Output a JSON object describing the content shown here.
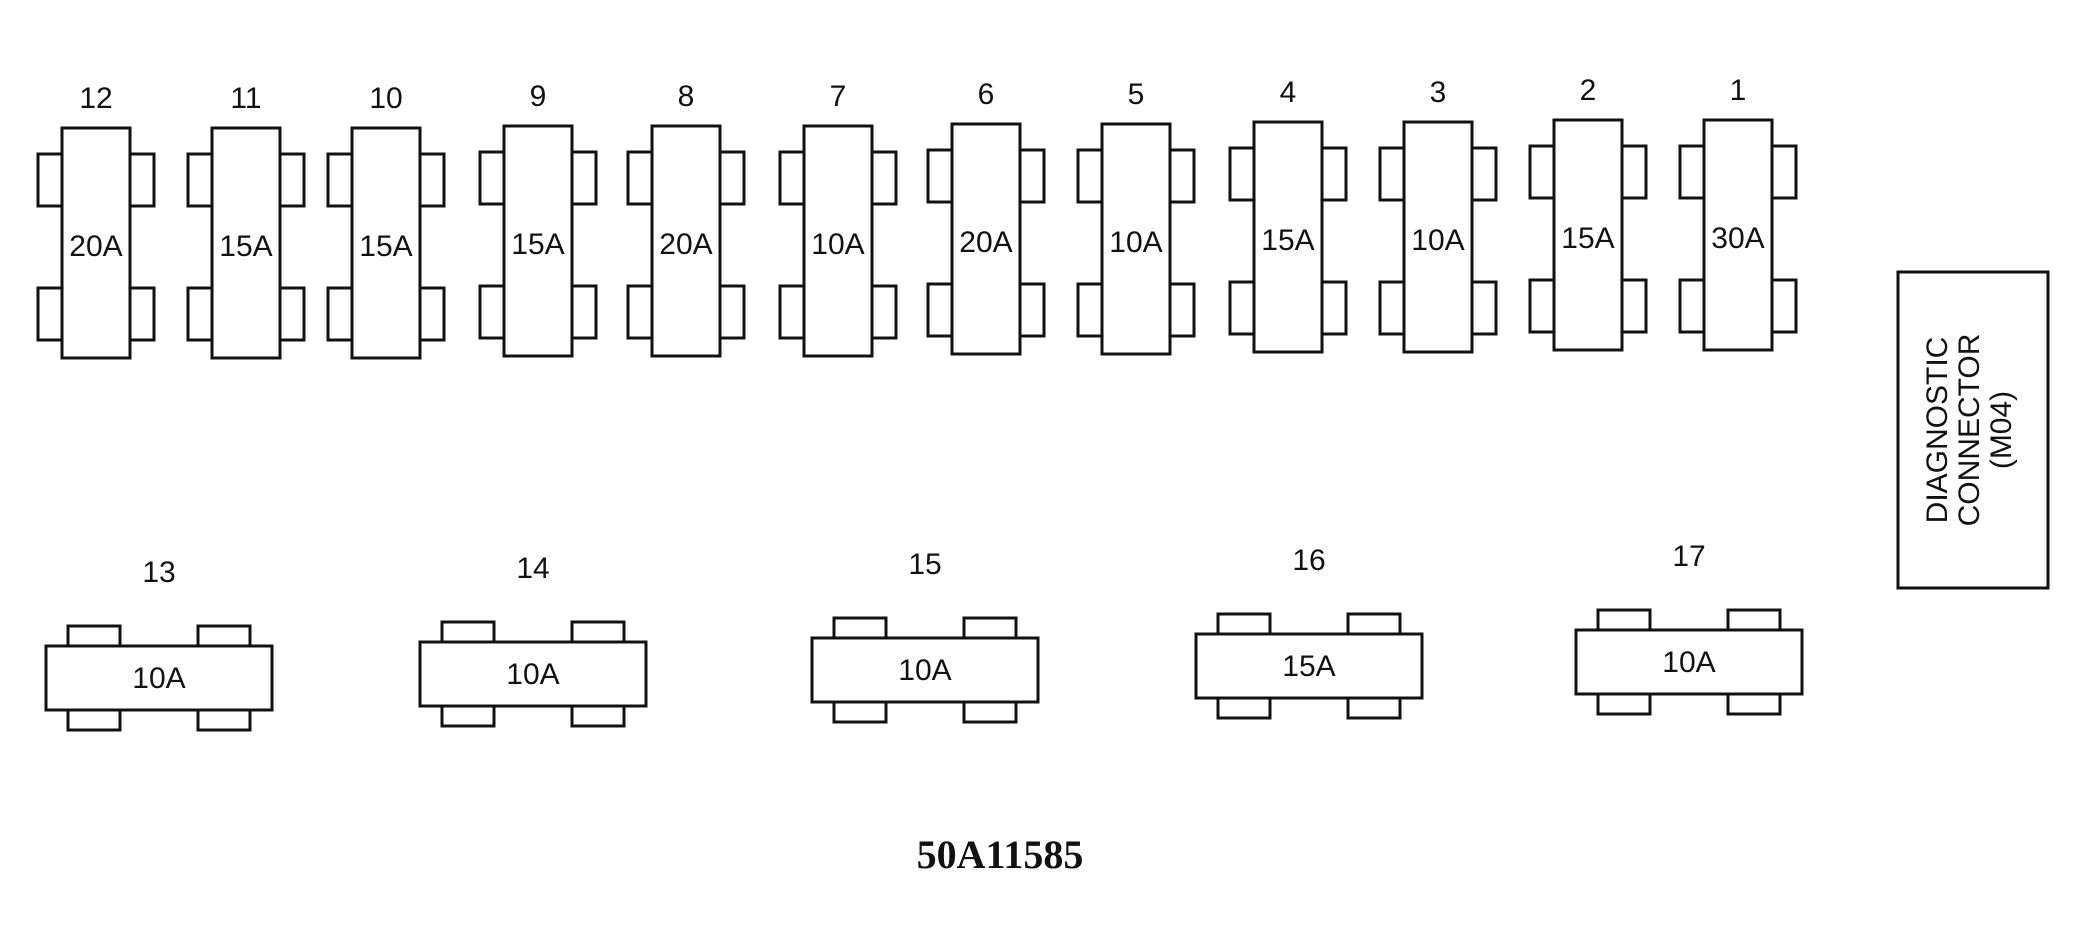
{
  "top_row": [
    {
      "number": "12",
      "rating": "20A"
    },
    {
      "number": "11",
      "rating": "15A"
    },
    {
      "number": "10",
      "rating": "15A"
    },
    {
      "number": "9",
      "rating": "15A"
    },
    {
      "number": "8",
      "rating": "20A"
    },
    {
      "number": "7",
      "rating": "10A"
    },
    {
      "number": "6",
      "rating": "20A"
    },
    {
      "number": "5",
      "rating": "10A"
    },
    {
      "number": "4",
      "rating": "15A"
    },
    {
      "number": "3",
      "rating": "10A"
    },
    {
      "number": "2",
      "rating": "15A"
    },
    {
      "number": "1",
      "rating": "30A"
    }
  ],
  "bottom_row": [
    {
      "number": "13",
      "rating": "10A"
    },
    {
      "number": "14",
      "rating": "10A"
    },
    {
      "number": "15",
      "rating": "10A"
    },
    {
      "number": "16",
      "rating": "15A"
    },
    {
      "number": "17",
      "rating": "10A"
    }
  ],
  "connector": {
    "line1": "DIAGNOSTIC",
    "line2": "CONNECTOR",
    "line3": "(M04)"
  },
  "diagram_code": "50A11585"
}
